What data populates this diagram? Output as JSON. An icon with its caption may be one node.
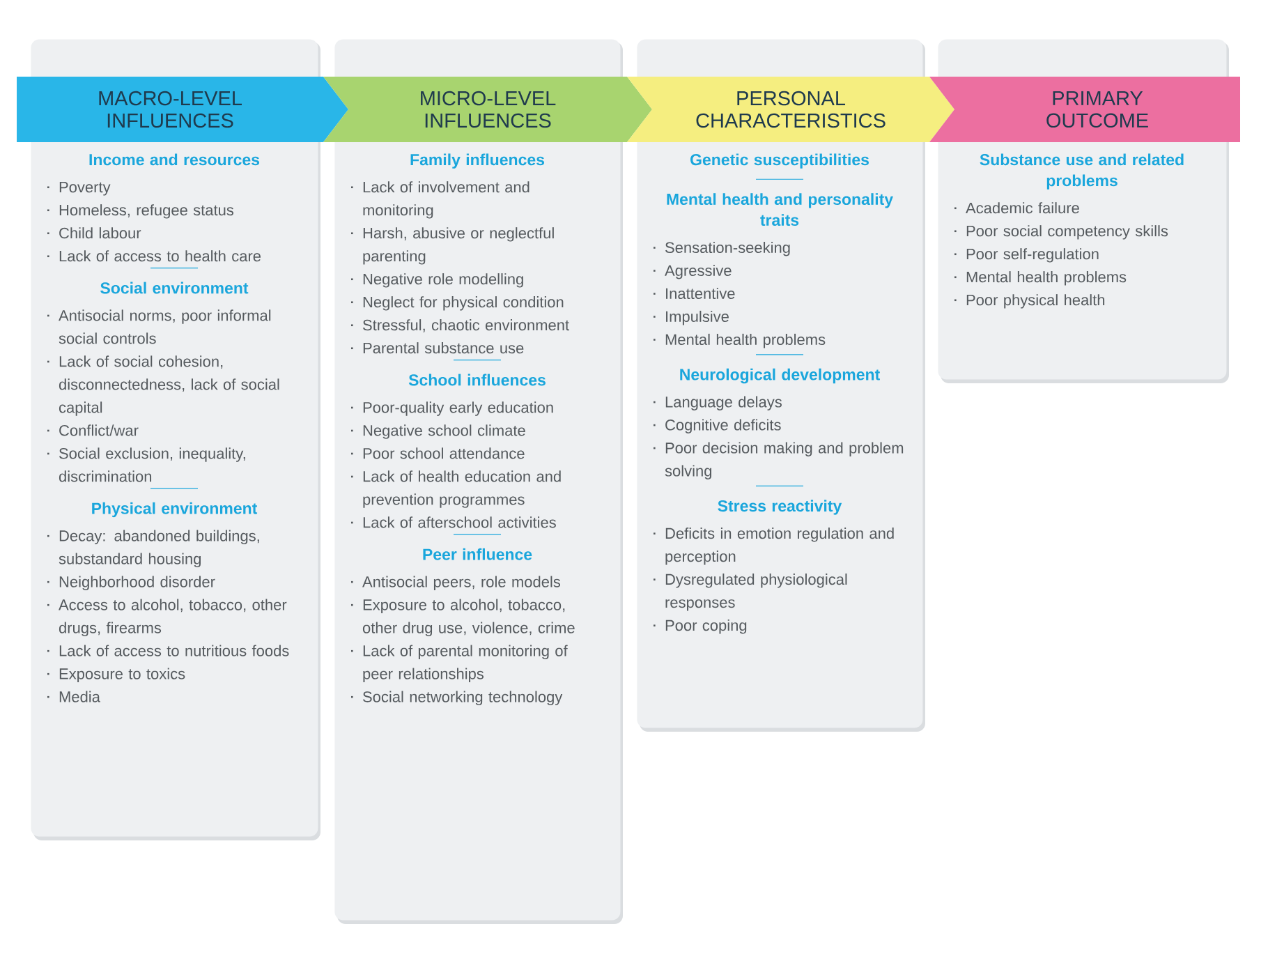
{
  "diagram": {
    "nodes": [
      {
        "text": [
          "MACRO-LEVEL INFLUENCES"
        ]
      },
      {
        "text": [],
        "shape": "box"
      },
      {
        "text": [
          "Income and resources",
          "Poverty",
          "Homeless, refugee status",
          "Child labour",
          "Lack of access to health care"
        ],
        "in": 1
      },
      {
        "text": [
          "Social environment",
          "Antisocial norms, poor informal social controls",
          "Lack of social cohesion, disconnectedness, lack of social capital",
          "Conflict/war",
          "Social exclusion, inequality, discrimination"
        ],
        "in": 1
      },
      {
        "text": [
          "Physical environment",
          "Decay: abandoned buildings, substandard housing",
          "Neighborhood disorder",
          "Access to alcohol, tobacco, other drugs, firearms",
          "Lack of access to nutritious foods",
          "Exposure to toxics",
          "Media"
        ],
        "in": 1
      },
      {
        "text": [
          "MICRO-LEVEL INFLUENCES"
        ]
      },
      {
        "text": [],
        "shape": "box"
      },
      {
        "text": [
          "Family influences",
          "Lack of involvement and monitoring",
          "Harsh, abusive or neglectful parenting",
          "Negative role modelling",
          "Neglect for physical condition",
          "Stressful, chaotic environment",
          "Parental substance use"
        ],
        "in": 6
      },
      {
        "text": [
          "School influences",
          "Poor-quality early education",
          "Negative school climate",
          "Poor school attendance",
          "Lack of health education and prevention programmes",
          "Lack of afterschool activities"
        ],
        "in": 6
      },
      {
        "text": [
          "Peer influence",
          "Antisocial peers, role models",
          "Exposure to alcohol, tobacco, other drug use, violence, crime",
          "Lack of parental monitoring of peer relationships",
          "Social networking technology"
        ],
        "in": 6
      },
      {
        "text": [
          "PERSONAL CHARACTERISTICS"
        ]
      },
      {
        "text": [],
        "shape": "box"
      },
      {
        "text": [
          "Genetic susceptibilities"
        ],
        "in": 11
      },
      {
        "text": [
          "Mental health and personality traits",
          "Sensation-seeking",
          "Agressive",
          "Inattentive",
          "Impulsive",
          "Mental health problems"
        ],
        "in": 11
      },
      {
        "text": [
          "Neurological development",
          "Language delays",
          "Cognitive deficits",
          "Poor decision making and problem solving"
        ],
        "in": 11
      },
      {
        "text": [
          "Stress reactivity",
          "Deficits in emotion regulation and perception",
          "Dysregulated physiological responses",
          "Poor coping"
        ],
        "in": 11
      },
      {
        "text": [
          "PRIMARY OUTCOME"
        ]
      },
      {
        "text": [],
        "shape": "box"
      },
      {
        "text": [
          "Substance use and related problems",
          "Academic failure",
          "Poor social competency skills",
          "Poor self-regulation",
          "Mental health problems",
          "Poor physical health"
        ],
        "in": 17
      }
    ]
  }
}
